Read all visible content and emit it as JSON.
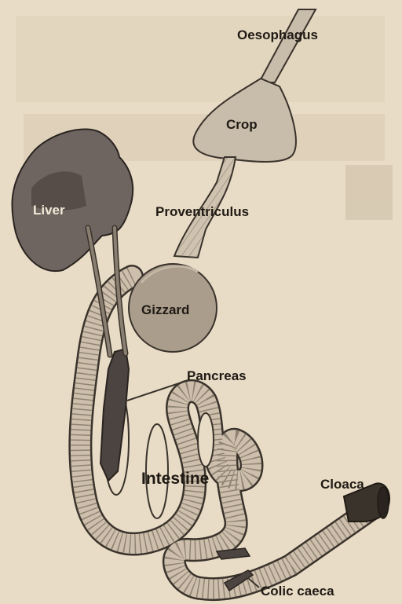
{
  "diagram": {
    "labels": {
      "oesophagus": "Oesophagus",
      "crop": "Crop",
      "liver": "Liver",
      "proventriculus": "Proventriculus",
      "gizzard": "Gizzard",
      "pancreas": "Pancreas",
      "intestine": "Intestine",
      "cloaca": "Cloaca",
      "colic_caeca": "Colic caeca"
    },
    "colors": {
      "background": "#e9dcc6",
      "organ_fill": "#c8bcaa",
      "liver_fill": "#6f6560",
      "outline": "#3a332c",
      "dark_fill": "#4b4440"
    }
  }
}
